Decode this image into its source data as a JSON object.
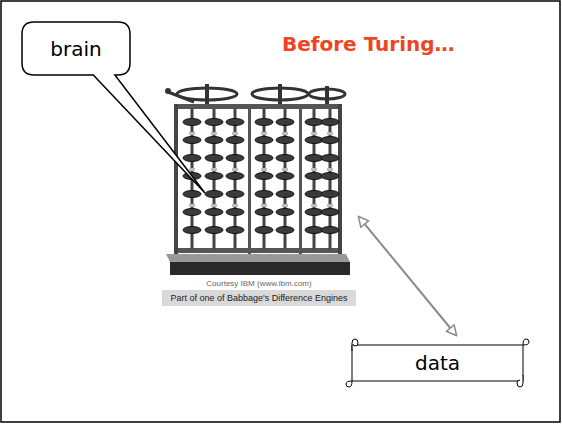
{
  "diagram": {
    "title": "Before Turing…",
    "nodes": [
      {
        "text": [
          "brain"
        ]
      },
      {
        "text": [
          "Courtesy IBM (www.ibm.com)",
          "Part of one of Babbage's Difference Engines"
        ]
      },
      {
        "text": [
          "data"
        ]
      }
    ],
    "edges": [
      {
        "from": 1,
        "to": 2,
        "arrow": "both"
      }
    ]
  }
}
